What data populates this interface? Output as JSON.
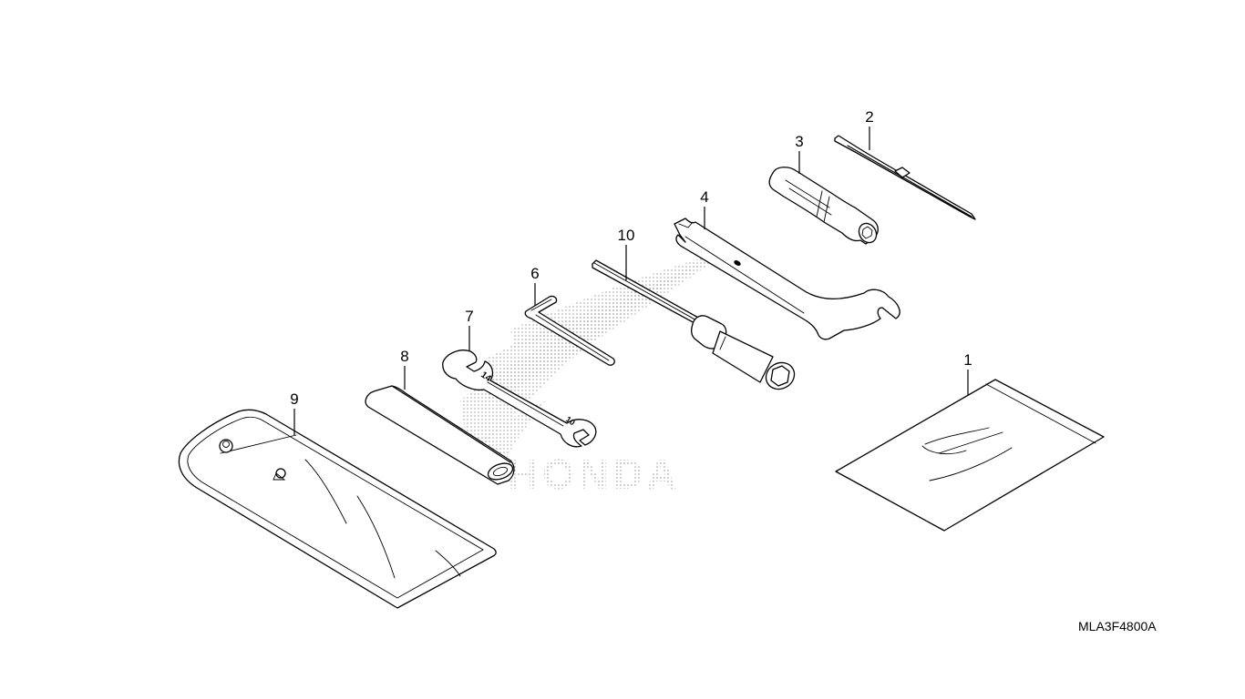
{
  "diagram": {
    "part_code": "MLA3F4800A",
    "watermark_text": "HONDA",
    "parts": [
      {
        "ref": "1"
      },
      {
        "ref": "2"
      },
      {
        "ref": "3"
      },
      {
        "ref": "4"
      },
      {
        "ref": "6"
      },
      {
        "ref": "7"
      },
      {
        "ref": "8"
      },
      {
        "ref": "9"
      },
      {
        "ref": "10"
      }
    ],
    "wrench_markings": [
      "14",
      "10"
    ]
  },
  "colors": {
    "line": "#000000",
    "background": "#ffffff",
    "watermark": "#9a9a9a"
  }
}
